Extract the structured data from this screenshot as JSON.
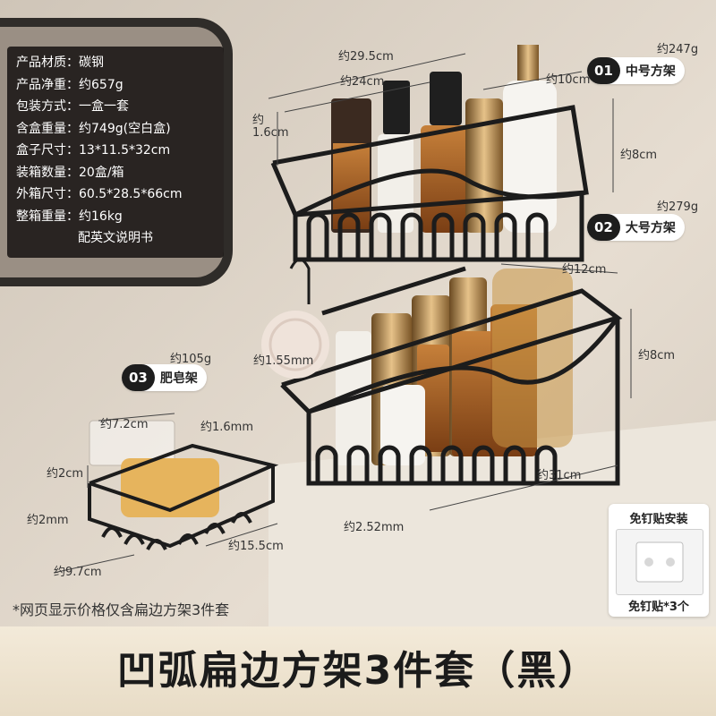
{
  "specs": [
    {
      "key": "产品材质：",
      "value": "碳钢"
    },
    {
      "key": "产品净重：",
      "value": "约657g"
    },
    {
      "key": "包装方式：",
      "value": "一盒一套"
    },
    {
      "key": "含盒重量：",
      "value": "约749g(空白盒)"
    },
    {
      "key": "盒子尺寸：",
      "value": "13*11.5*32cm"
    },
    {
      "key": "装箱数量：",
      "value": "20盒/箱"
    },
    {
      "key": "外箱尺寸：",
      "value": "60.5*28.5*66cm"
    },
    {
      "key": "整箱重量：",
      "value": "约16kg"
    }
  ],
  "spec_note": "配英文说明书",
  "rack_medium": {
    "num": "01",
    "label": "中号方架",
    "weight": "约247g",
    "dims": {
      "top_width": "约29.5cm",
      "inner_width": "约24cm",
      "depth": "约10cm",
      "height": "约8cm",
      "wire": "约1.6cm"
    }
  },
  "rack_large": {
    "num": "02",
    "label": "大号方架",
    "weight": "约279g",
    "dims": {
      "depth": "约12cm",
      "height": "约8cm",
      "length": "约31cm",
      "wire": "约1.55mm",
      "hook": "约2.52mm"
    }
  },
  "soap_rack": {
    "num": "03",
    "label": "肥皂架",
    "weight": "约105g",
    "dims": {
      "hook_width": "约7.2cm",
      "wire": "约1.6mm",
      "side": "约2cm",
      "bottom": "约2mm",
      "depth": "约9.7cm",
      "length": "约15.5cm"
    }
  },
  "install": {
    "title": "免钉贴安装",
    "caption": "免钉贴*3个"
  },
  "note": "*网页显示价格仅含扁边方架3件套",
  "footer_title": "凹弧扁边方架3件套（黑）"
}
